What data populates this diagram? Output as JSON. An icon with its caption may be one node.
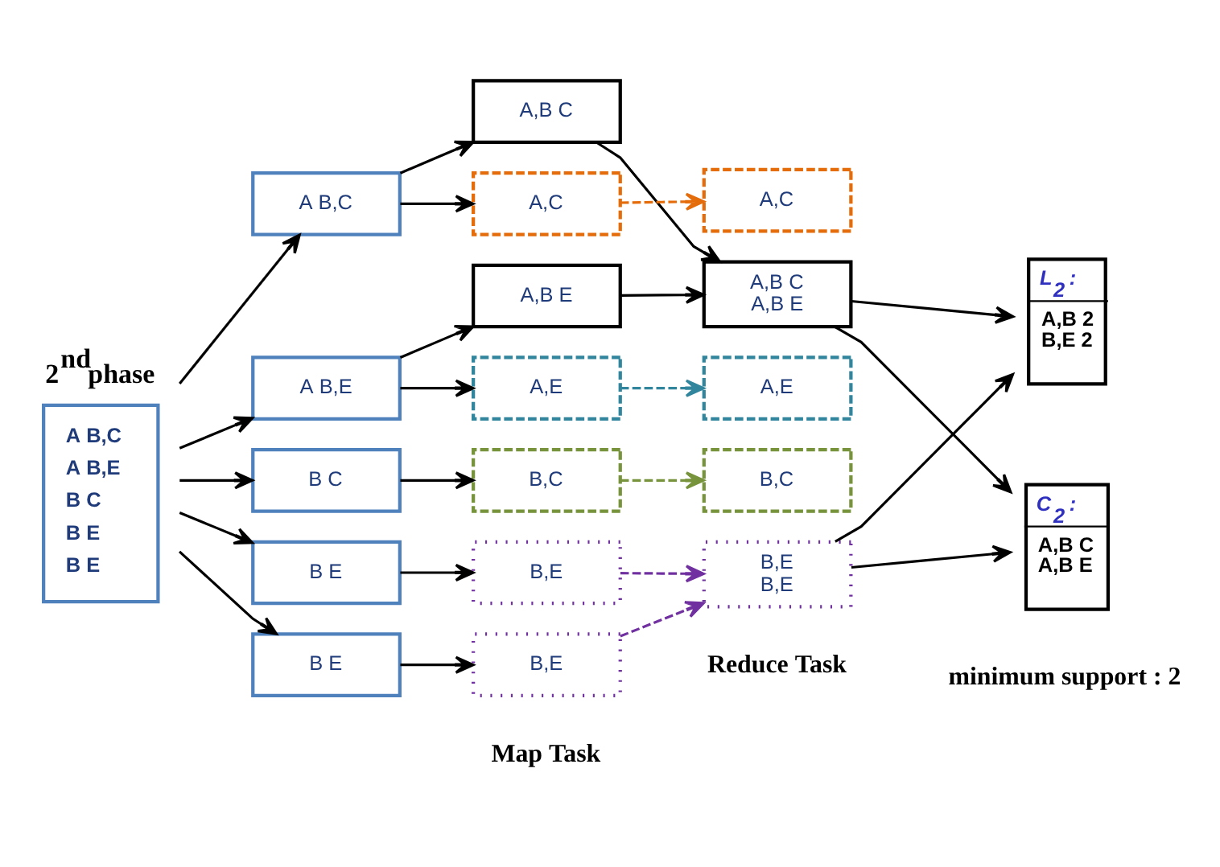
{
  "diagram": {
    "nodes": [
      {
        "text": [
          "2$^{nd}$phase",
          "A B,C",
          "A B,E",
          "B C",
          "B E",
          "B E"
        ]
      },
      {
        "text": [
          "A B,C"
        ]
      },
      {
        "text": [
          "A B,E"
        ]
      },
      {
        "text": [
          "B C"
        ]
      },
      {
        "text": [
          "B E"
        ]
      },
      {
        "text": [
          "B E"
        ]
      },
      {
        "text": [
          "A,B C"
        ]
      },
      {
        "text": [
          "A,C"
        ]
      },
      {
        "text": [
          "A,B E"
        ]
      },
      {
        "text": [
          "A,E"
        ]
      },
      {
        "text": [
          "B,C"
        ]
      },
      {
        "text": [
          "B,E"
        ]
      },
      {
        "text": [
          "B,E"
        ]
      },
      {
        "text": [
          "A,B C",
          "A,B E"
        ]
      },
      {
        "text": [
          "A,C"
        ]
      },
      {
        "text": [
          "A,E"
        ]
      },
      {
        "text": [
          "B,C"
        ]
      },
      {
        "text": [
          "B,E",
          "B,E"
        ]
      },
      {
        "text": [
          "L$_{2}$ :",
          "A,B 2",
          "B,E 2"
        ]
      },
      {
        "text": [
          "C$_{2}$ :",
          "A,B C",
          "A,B E"
        ]
      }
    ],
    "edges": [
      {
        "from": 0,
        "to": 1,
        "arrow": "to"
      },
      {
        "from": 0,
        "to": 2,
        "arrow": "to"
      },
      {
        "from": 0,
        "to": 3,
        "arrow": "to"
      },
      {
        "from": 0,
        "to": 4,
        "arrow": "to"
      },
      {
        "from": 0,
        "to": 5,
        "arrow": "to"
      },
      {
        "from": 1,
        "to": 6,
        "arrow": "to"
      },
      {
        "from": 1,
        "to": 7,
        "arrow": "to"
      },
      {
        "from": 2,
        "to": 8,
        "arrow": "to"
      },
      {
        "from": 2,
        "to": 9,
        "arrow": "to"
      },
      {
        "from": 3,
        "to": 10,
        "arrow": "to"
      },
      {
        "from": 4,
        "to": 11,
        "arrow": "to"
      },
      {
        "from": 5,
        "to": 12,
        "arrow": "to"
      },
      {
        "from": 6,
        "to": 13,
        "arrow": "to"
      },
      {
        "from": 8,
        "to": 13,
        "arrow": "to"
      },
      {
        "from": 7,
        "to": 14,
        "arrow": "to",
        "style": "dashed",
        "color": "#e46c0a"
      },
      {
        "from": 9,
        "to": 15,
        "arrow": "to",
        "style": "dashed",
        "color": "#31859c"
      },
      {
        "from": 10,
        "to": 16,
        "arrow": "to",
        "style": "dashed",
        "color": "#77933c"
      },
      {
        "from": 11,
        "to": 17,
        "arrow": "to",
        "style": "dashed",
        "color": "#7030a0"
      },
      {
        "from": 12,
        "to": 17,
        "arrow": "to",
        "style": "dashed",
        "color": "#7030a0"
      },
      {
        "from": 13,
        "to": 18,
        "arrow": "to"
      },
      {
        "from": 13,
        "to": 19,
        "arrow": "to"
      },
      {
        "from": 17,
        "to": 18,
        "arrow": "to"
      },
      {
        "from": 17,
        "to": 19,
        "arrow": "to"
      }
    ],
    "labels": [
      "minimum support : 2",
      "Map Task",
      "Reduce Task"
    ]
  }
}
